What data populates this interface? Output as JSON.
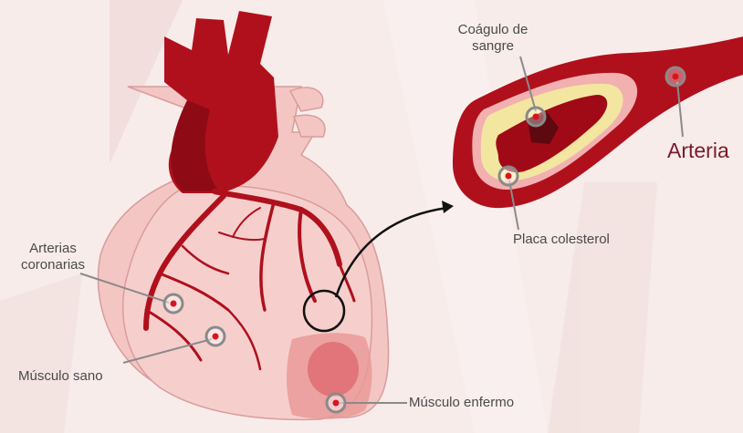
{
  "labels": {
    "coagulo_line1": "Coágulo de",
    "coagulo_line2": "sangre",
    "arteria": "Arteria",
    "placa": "Placa colesterol",
    "coronarias_line1": "Arterias",
    "coronarias_line2": "coronarias",
    "musculo_sano": "Músculo sano",
    "musculo_enfermo": "Músculo enfermo"
  },
  "colors": {
    "background": "#f7ecea",
    "heart_light": "#f3c6c4",
    "artery_red": "#b0101c",
    "dark_red": "#7a0a12",
    "plaque": "#f3e6a0",
    "marker_ring": "#8a8a8a",
    "marker_dot": "#d8141f",
    "label_text": "#4a4a4a"
  }
}
